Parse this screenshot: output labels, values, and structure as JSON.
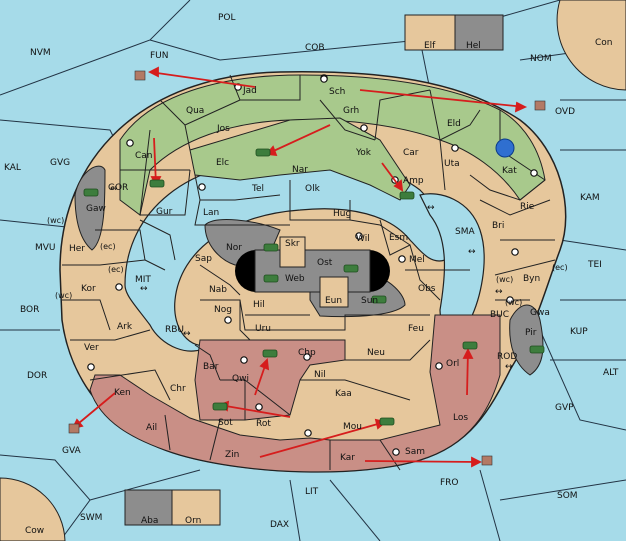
{
  "colors": {
    "sea": "#a6dbe9",
    "land": "#e6c79c",
    "green": "#a8c98c",
    "red": "#c98f86",
    "gray": "#8d8d8d",
    "black": "#000000",
    "arrow": "#d61d1d",
    "unit": "#3d7d3d"
  },
  "regions": {
    "sea": [
      "POL",
      "NVM",
      "FUN",
      "COB",
      "NOM",
      "Con",
      "KAL",
      "GVG",
      "GOR",
      "MVU",
      "MIT",
      "RBU",
      "BOR",
      "DOR",
      "GVA",
      "SWM",
      "Cow",
      "DAX",
      "LIT",
      "FRO",
      "SOM",
      "GVP",
      "ALT",
      "KUP",
      "BUC",
      "ROD",
      "TEI",
      "KAM",
      "SMA",
      "OVD"
    ],
    "land": [
      "Jad",
      "Sch",
      "Qua",
      "Jos",
      "Grh",
      "Can",
      "Elc",
      "Nar",
      "Yok",
      "Car",
      "Eld",
      "Uta",
      "Kat",
      "Amp",
      "Tel",
      "Olk",
      "Gur",
      "Lan",
      "Hug",
      "Rie",
      "Bri",
      "Wil",
      "Esm",
      "Nor",
      "Skr",
      "Ost",
      "Web",
      "Sap",
      "Her",
      "Kor",
      "Byn",
      "Mel",
      "Nab",
      "Eun",
      "Sun",
      "Obs",
      "Hil",
      "Nog",
      "Gwa",
      "Ark",
      "Uru",
      "Feu",
      "Pir",
      "Ver",
      "Bar",
      "Chp",
      "Neu",
      "Qwi",
      "Orl",
      "Nil",
      "Ken",
      "Kaa",
      "Chr",
      "Sot",
      "Rot",
      "Los",
      "Mou",
      "Ail",
      "Zin",
      "Kar",
      "Sam",
      "Elf",
      "Hel",
      "Aba",
      "Orn",
      "Gaw"
    ],
    "coast_tags": [
      "(wc)",
      "(ec)",
      "(ec)",
      "(wc)",
      "(wc)",
      "(wc)",
      "(ec)"
    ]
  },
  "icons": {
    "arrows": [
      "↔",
      "↔",
      "↔",
      "↔",
      "↔",
      "↔",
      "↔"
    ]
  }
}
